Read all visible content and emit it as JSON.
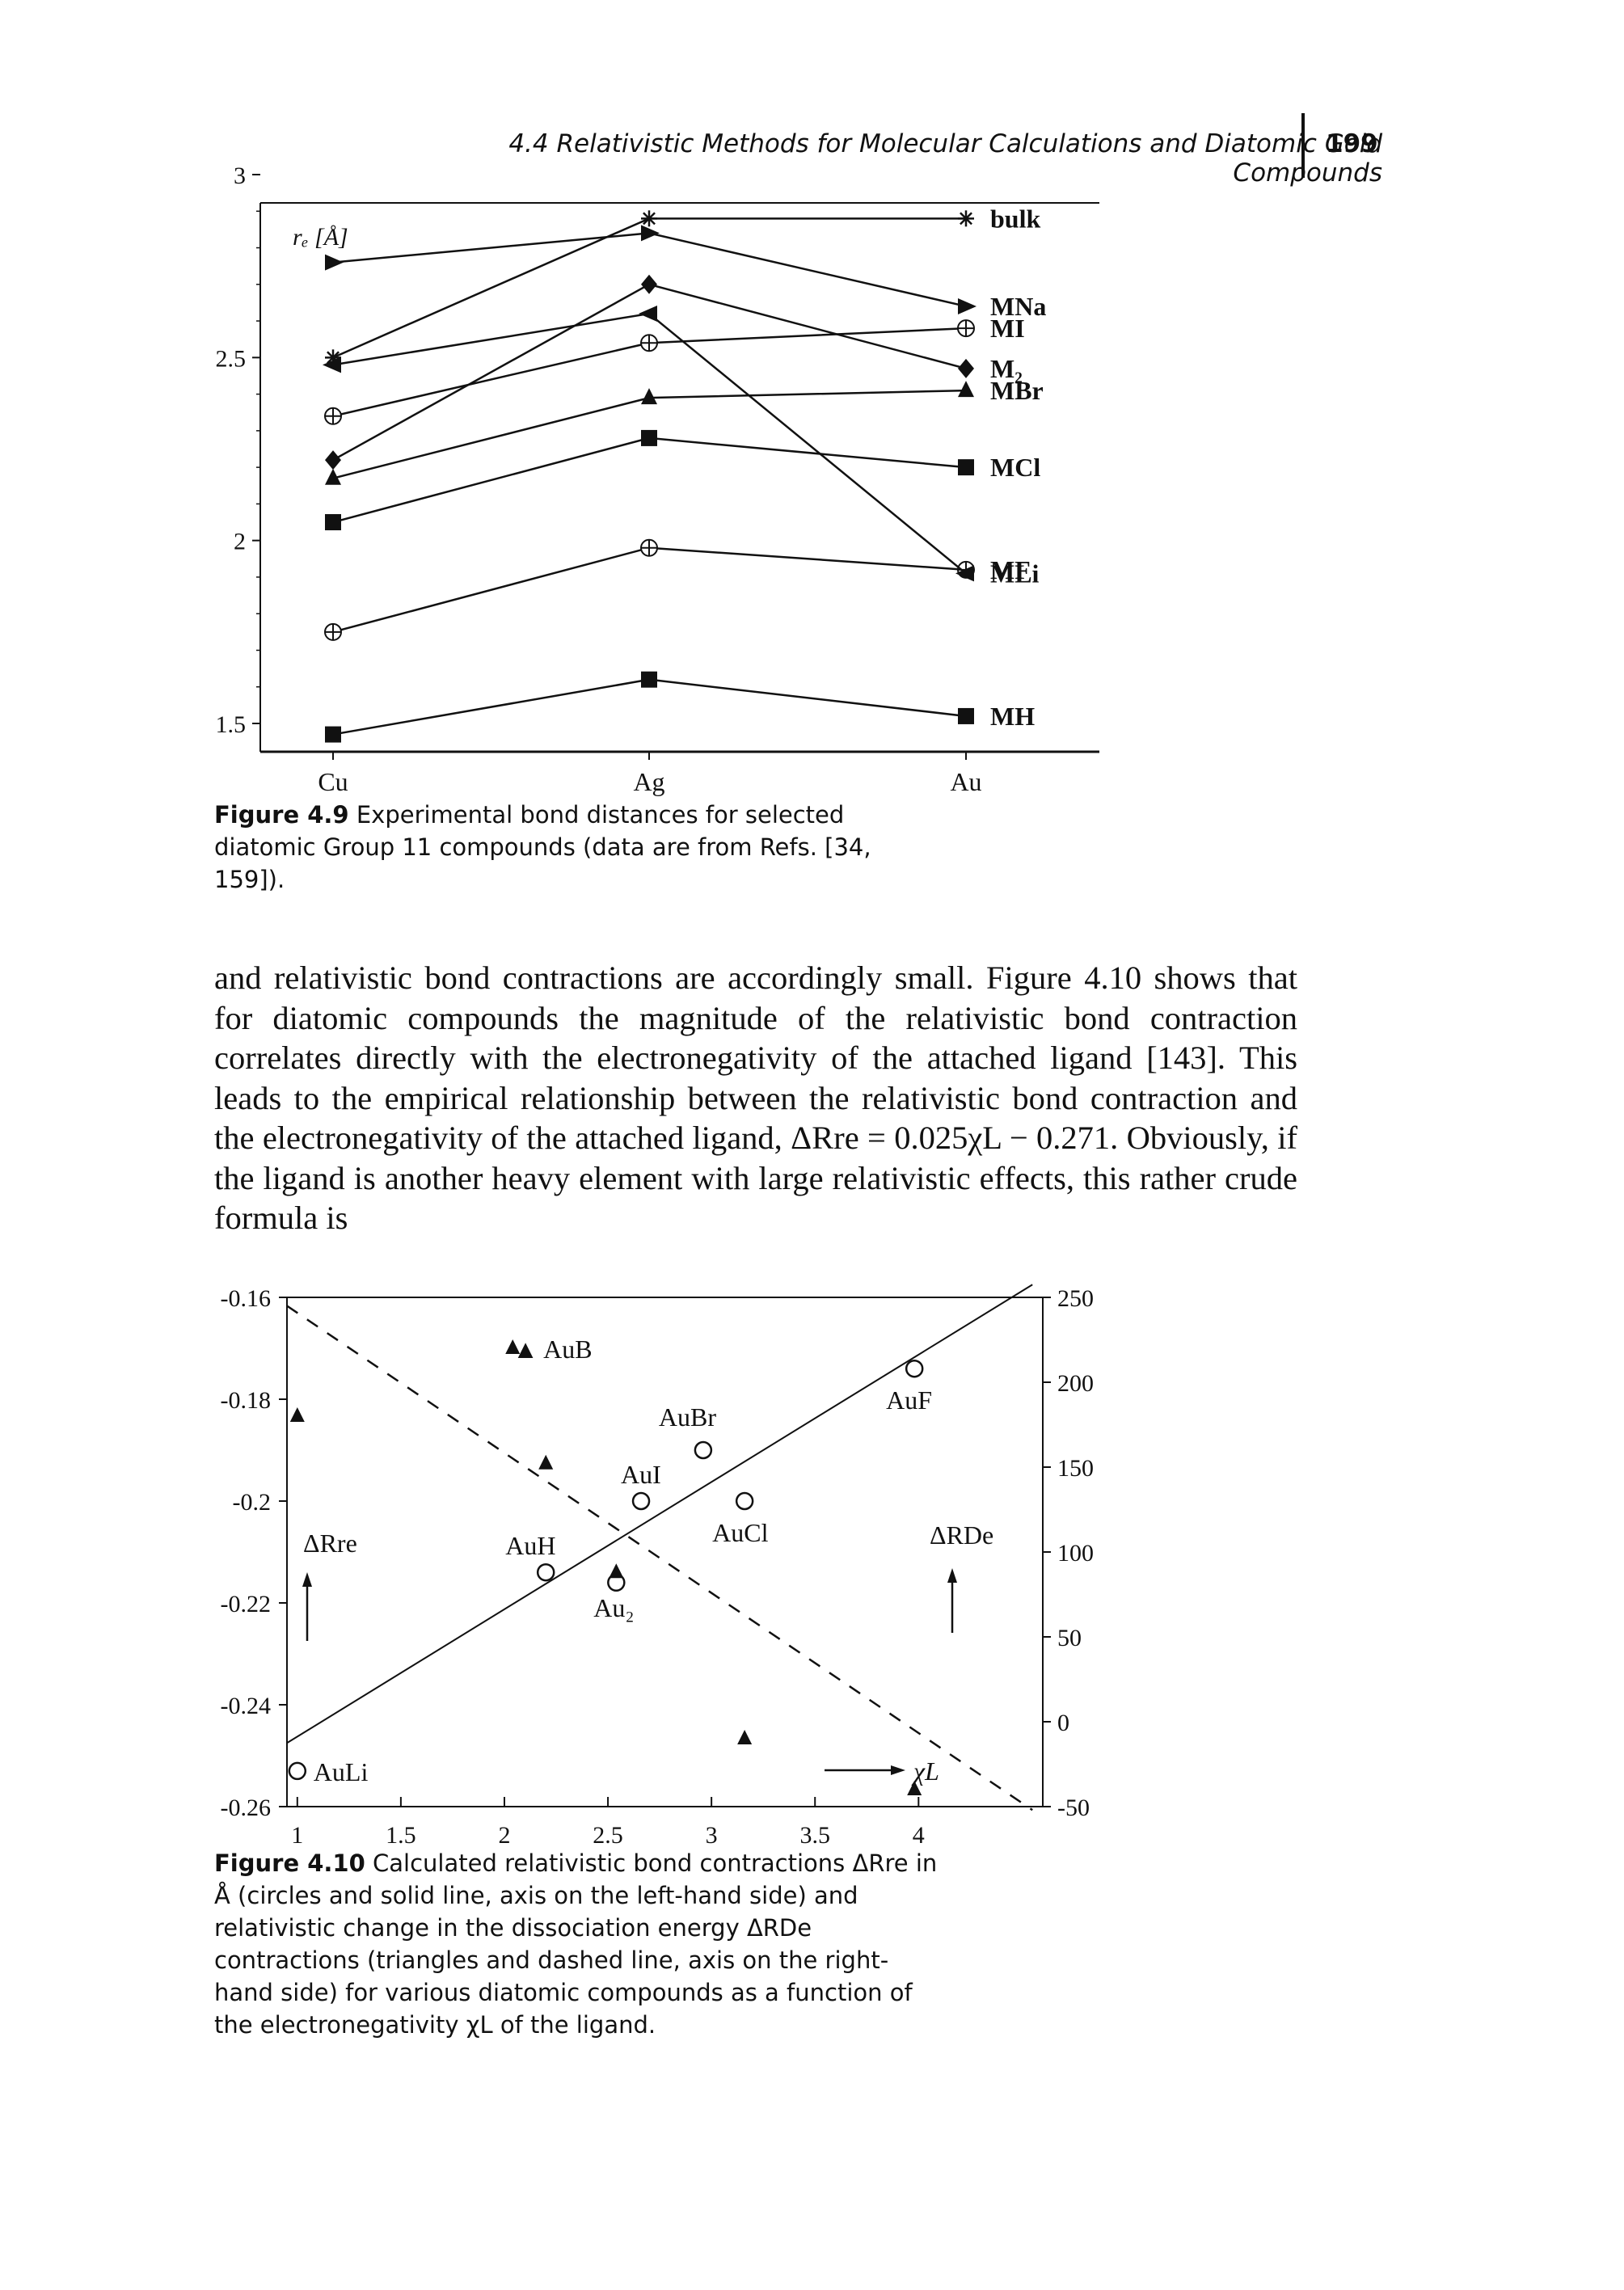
{
  "header": {
    "running_title": "4.4 Relativistic Methods for Molecular Calculations and Diatomic Gold Compounds",
    "page_number": "199"
  },
  "figure1": {
    "caption_label": "Figure 4.9",
    "caption_text": "Experimental bond distances for selected diatomic Group 11 compounds (data are from Refs. [34, 159]).",
    "y_axis_label": "rₑ [Å]",
    "chart_data": {
      "type": "line",
      "categories": [
        "Cu",
        "Ag",
        "Au"
      ],
      "ylim": [
        1.5,
        3
      ],
      "yticks": [
        "1.5",
        "2",
        "2.5",
        "3"
      ],
      "series": [
        {
          "name": "bulk",
          "values": [
            2.5,
            2.88,
            2.88
          ],
          "marker": "asterisk"
        },
        {
          "name": "MNa",
          "values": [
            2.76,
            2.84,
            2.64
          ],
          "marker": "triangle-right"
        },
        {
          "name": "MI",
          "values": [
            2.34,
            2.54,
            2.58
          ],
          "marker": "circle-plus"
        },
        {
          "name": "M₂",
          "values": [
            2.22,
            2.7,
            2.47
          ],
          "marker": "diamond"
        },
        {
          "name": "MBr",
          "values": [
            2.17,
            2.39,
            2.41
          ],
          "marker": "triangle-up"
        },
        {
          "name": "MCl",
          "values": [
            2.05,
            2.28,
            2.2
          ],
          "marker": "square"
        },
        {
          "name": "MF",
          "values": [
            1.75,
            1.98,
            1.92
          ],
          "marker": "circle-plus"
        },
        {
          "name": "MLi",
          "values": [
            2.48,
            2.62,
            1.91
          ],
          "marker": "triangle-left"
        },
        {
          "name": "MH",
          "values": [
            1.47,
            1.62,
            1.52
          ],
          "marker": "square"
        }
      ]
    }
  },
  "body_text": "and relativistic bond contractions are accordingly small. Figure 4.10 shows that for diatomic compounds the magnitude of the relativistic bond contraction correlates directly with the electronegativity of the attached ligand [143]. This leads to the empirical relationship between the relativistic bond contraction and the electronegativity of the attached ligand, ΔRre = 0.025χL − 0.271. Obviously, if the ligand is another heavy element with large relativistic effects, this rather crude formula is",
  "figure2": {
    "caption_label": "Figure 4.10",
    "caption_text": "Calculated relativistic bond contractions ΔRre in Å (circles and solid line, axis on the left-hand side) and relativistic change in the dissociation energy ΔRDe contractions (triangles and dashed line, axis on the right-hand side) for various diatomic compounds as a function of the electronegativity χL of the ligand.",
    "left_axis_label": "ΔRre",
    "right_axis_label": "ΔRDe",
    "x_axis_label": "χL",
    "chart_data": {
      "type": "scatter",
      "xlim": [
        0.95,
        4.6
      ],
      "xticks": [
        "1",
        "1.5",
        "2",
        "2.5",
        "3",
        "3.5",
        "4"
      ],
      "ylim_left": [
        -0.26,
        -0.16
      ],
      "yticks_left": [
        "-0.26",
        "-0.24",
        "-0.22",
        "-0.2",
        "-0.18",
        "-0.16"
      ],
      "ylim_right": [
        -50,
        250
      ],
      "yticks_right": [
        "-50",
        "0",
        "50",
        "100",
        "150",
        "200",
        "250"
      ],
      "circles": [
        {
          "label": "AuLi",
          "x": 1.0,
          "y": -0.253
        },
        {
          "label": "AuH",
          "x": 2.2,
          "y": -0.214
        },
        {
          "label": "AuI",
          "x": 2.66,
          "y": -0.2
        },
        {
          "label": "AuCl",
          "x": 3.16,
          "y": -0.2
        },
        {
          "label": "AuBr",
          "x": 2.96,
          "y": -0.19
        },
        {
          "label": "AuF",
          "x": 3.98,
          "y": -0.174
        },
        {
          "label": "Au₂",
          "x": 2.54,
          "y": -0.216
        }
      ],
      "triangles": [
        {
          "label": "AuB",
          "x": 2.04,
          "dE": 220
        },
        {
          "label": "",
          "x": 1.0,
          "dE": 180
        },
        {
          "label": "",
          "x": 2.2,
          "dE": 152
        },
        {
          "label": "",
          "x": 2.54,
          "dE": 88
        },
        {
          "label": "",
          "x": 3.16,
          "dE": -10
        },
        {
          "label": "",
          "x": 3.98,
          "dE": -40
        }
      ],
      "fit_left": {
        "x": [
          0.95,
          4.55
        ],
        "y": [
          -0.2475,
          -0.1575
        ]
      },
      "fit_right": {
        "x": [
          0.95,
          4.55
        ],
        "dE": [
          245,
          -52
        ]
      },
      "annotations": {
        "AuLi": "AuLi",
        "AuH": "AuH",
        "AuI": "AuI",
        "AuCl": "AuCl",
        "AuBr": "AuBr",
        "AuF": "AuF",
        "Au2": "Au₂",
        "AuB": "AuB"
      }
    }
  }
}
